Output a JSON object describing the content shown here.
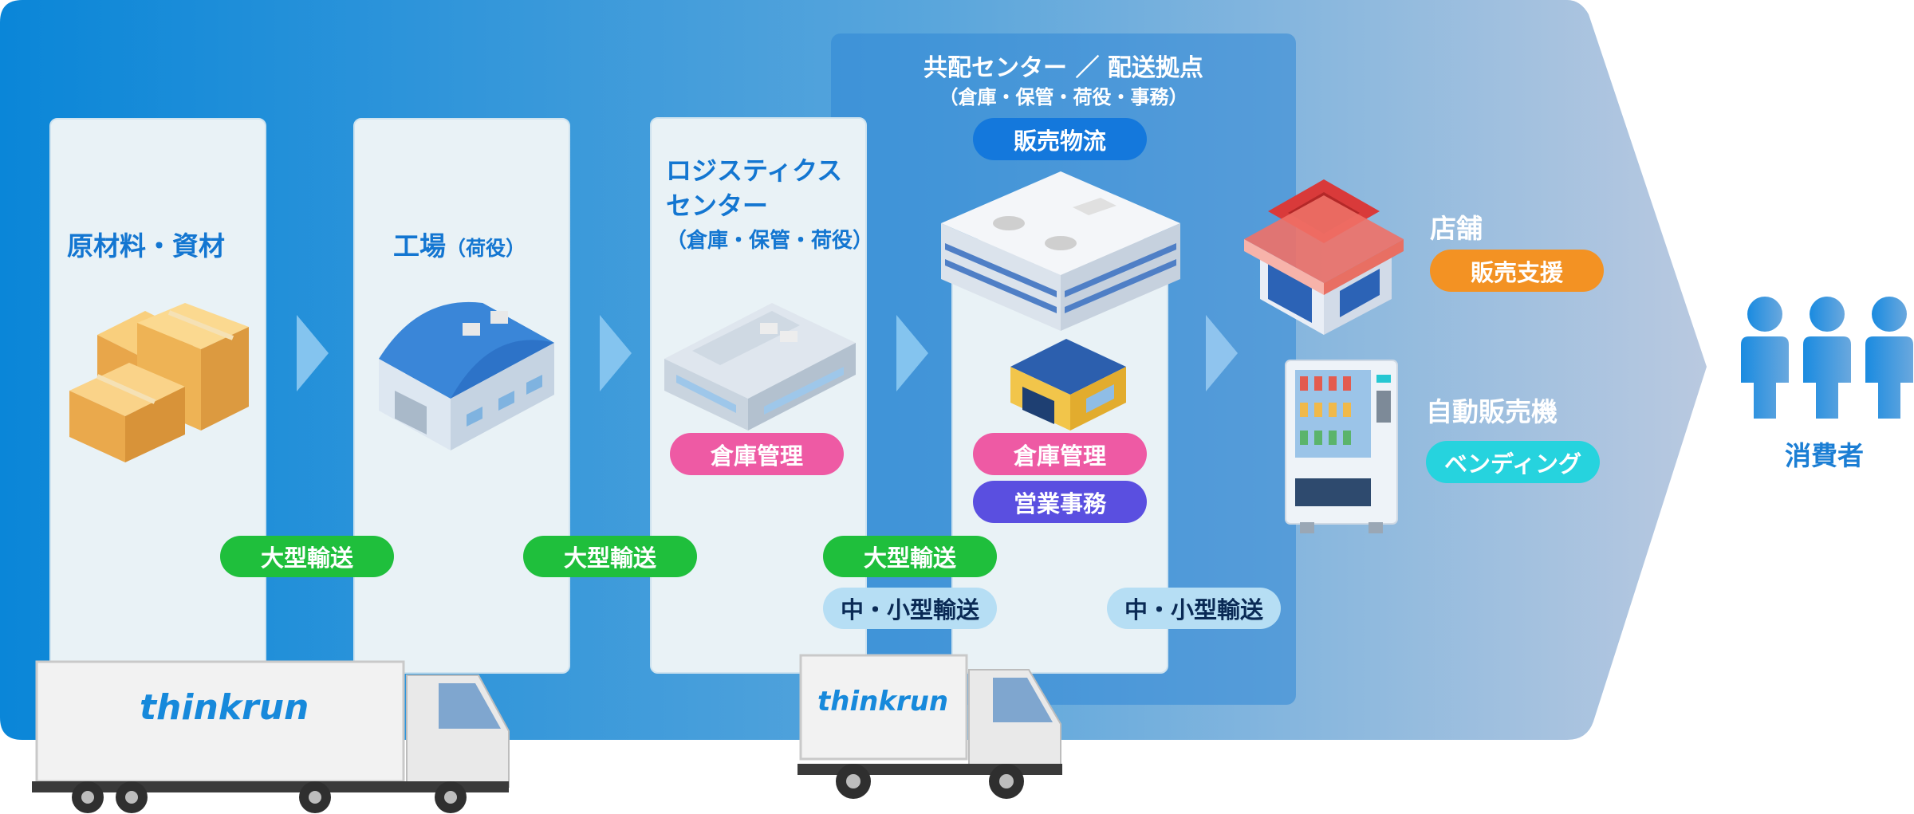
{
  "colors": {
    "flow_start": "#0a86d8",
    "flow_end": "#b4c7e0",
    "heading": "#1376d1",
    "transport_green": "#1fbf3c",
    "transport_light": "#b6def4",
    "pink": "#ee5aa4",
    "violet": "#5a4fe0",
    "blue_pill": "#1478dc",
    "orange": "#f39223",
    "cyan": "#26d3de"
  },
  "stages": {
    "raw": {
      "title": "原材料・資材"
    },
    "factory": {
      "title": "工場",
      "sub": "（荷役）"
    },
    "logistics": {
      "title_line1": "ロジスティクス",
      "title_line2": "センター",
      "sub": "（倉庫・保管・荷役）",
      "tag": "倉庫管理"
    },
    "joint": {
      "title": "共配センター ／ 配送拠点",
      "sub": "（倉庫・保管・荷役・事務）",
      "tag_top": "販売物流",
      "tag1": "倉庫管理",
      "tag2": "営業事務"
    },
    "store": {
      "title": "店舗",
      "tag": "販売支援"
    },
    "vending": {
      "title": "自動販売機",
      "tag": "ベンディング"
    },
    "consumer": {
      "title": "消費者"
    }
  },
  "transport": {
    "large": "大型輸送",
    "medium_small": "中・小型輸送"
  },
  "brand": "thinkrun",
  "icons": [
    "boxes-icon",
    "factory-icon",
    "warehouse-icon",
    "office-building-icon",
    "small-warehouse-icon",
    "store-icon",
    "vending-machine-icon",
    "people-icon",
    "truck-icon",
    "chevron-right-icon"
  ]
}
